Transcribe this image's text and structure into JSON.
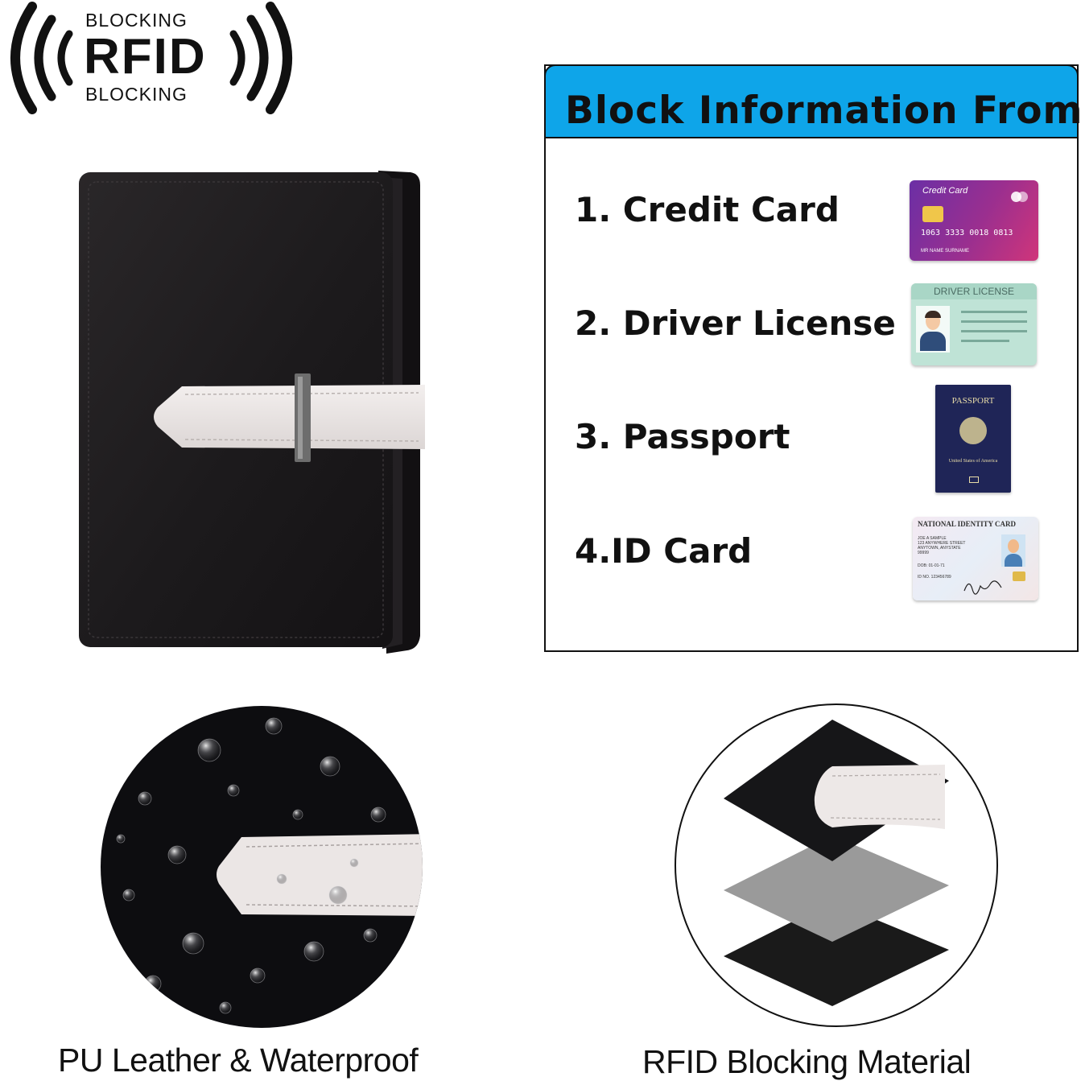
{
  "logo": {
    "top_text": "BLOCKING",
    "main_text": "RFID",
    "bottom_text": "BLOCKING",
    "icon": "rfid-signal-icon"
  },
  "info_box": {
    "title": "Block Information From：",
    "header_color": "#0ea5e9",
    "items": [
      {
        "label": "1. Credit Card",
        "icon": "credit-card-icon"
      },
      {
        "label": "2. Driver License",
        "icon": "driver-license-icon"
      },
      {
        "label": "3. Passport",
        "icon": "passport-icon"
      },
      {
        "label": "4.ID Card",
        "icon": "id-card-icon"
      }
    ]
  },
  "card_images": {
    "credit_card": {
      "brand": "Credit Card",
      "number": "1063 3333 0018 0813",
      "name": "MR NAME SURNAME"
    },
    "driver_license": {
      "title": "DRIVER LICENSE"
    },
    "passport": {
      "title": "PASSPORT",
      "country": "United States of America"
    },
    "id_card": {
      "title": "NATIONAL IDENTITY CARD",
      "line1": "JOE A SAMPLE",
      "line2": "123 ANYWHERE STREET",
      "line3": "ANYTOWN, ANYSTATE",
      "line4": "99999",
      "dob": "DOB: 01-01-71",
      "id_no": "ID NO. 123456789"
    }
  },
  "features": [
    {
      "caption": "PU Leather & Waterproof",
      "icon": "waterproof-leather-icon"
    },
    {
      "caption": "RFID Blocking Material",
      "icon": "layered-material-icon"
    }
  ],
  "colors": {
    "wallet": "#1f1c1f",
    "strap": "#ece7e6",
    "buckle": "#6d6d6d"
  }
}
